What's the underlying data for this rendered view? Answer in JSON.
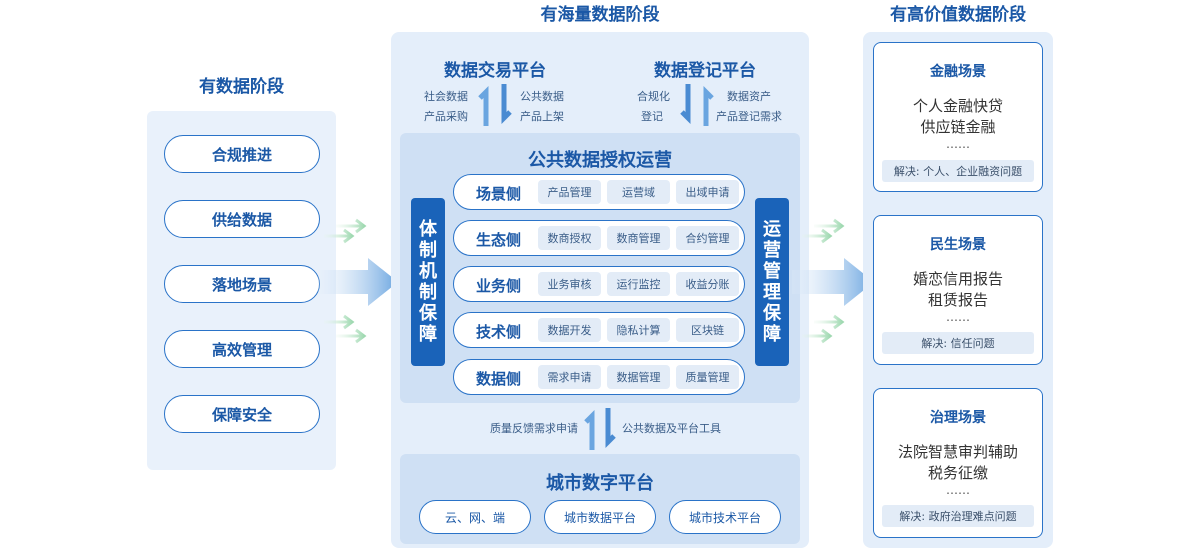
{
  "stages": {
    "left_title": "有数据阶段",
    "middle_title": "有海量数据阶段",
    "right_title": "有高价值数据阶段"
  },
  "left_items": [
    "合规推进",
    "供给数据",
    "落地场景",
    "高效管理",
    "保障安全"
  ],
  "trading": {
    "title": "数据交易平台",
    "left_lines": [
      "社会数据",
      "产品采购"
    ],
    "right_lines": [
      "公共数据",
      "产品上架"
    ]
  },
  "registry": {
    "title": "数据登记平台",
    "left_lines": [
      "合规化",
      "登记"
    ],
    "right_lines": [
      "数据资产",
      "产品登记需求"
    ]
  },
  "authorization": {
    "title": "公共数据授权运营",
    "left_bar": [
      "体",
      "制",
      "机",
      "制",
      "保",
      "障"
    ],
    "right_bar": [
      "运",
      "营",
      "管",
      "理",
      "保",
      "障"
    ],
    "rows": [
      {
        "label": "场景侧",
        "chips": [
          "产品管理",
          "运营域",
          "出域申请"
        ]
      },
      {
        "label": "生态侧",
        "chips": [
          "数商授权",
          "数商管理",
          "合约管理"
        ]
      },
      {
        "label": "业务侧",
        "chips": [
          "业务审核",
          "运行监控",
          "收益分账"
        ]
      },
      {
        "label": "技术侧",
        "chips": [
          "数据开发",
          "隐私计算",
          "区块链"
        ]
      },
      {
        "label": "数据侧",
        "chips": [
          "需求申请",
          "数据管理",
          "质量管理"
        ]
      }
    ]
  },
  "feedback": {
    "left": "质量反馈需求申请",
    "right": "公共数据及平台工具"
  },
  "city": {
    "title": "城市数字平台",
    "items": [
      "云、网、端",
      "城市数据平台",
      "城市技术平台"
    ]
  },
  "scenarios": [
    {
      "title": "金融场景",
      "lines": [
        "个人金融快贷",
        "供应链金融"
      ],
      "dots": "……",
      "solve": "解决: 个人、企业融资问题"
    },
    {
      "title": "民生场景",
      "lines": [
        "婚恋信用报告",
        "租赁报告"
      ],
      "dots": "……",
      "solve": "解决: 信任问题"
    },
    {
      "title": "治理场景",
      "lines": [
        "法院智慧审判辅助",
        "税务征缴"
      ],
      "dots": "……",
      "solve": "解决: 政府治理难点问题"
    }
  ],
  "colors": {
    "primary": "#1a63b9",
    "border": "#2a73c8",
    "panel": "#e4eefa",
    "inner_panel": "#cfe0f4",
    "flow_green": "#b9e3c6",
    "flow_blue": "#8fbbe8"
  }
}
